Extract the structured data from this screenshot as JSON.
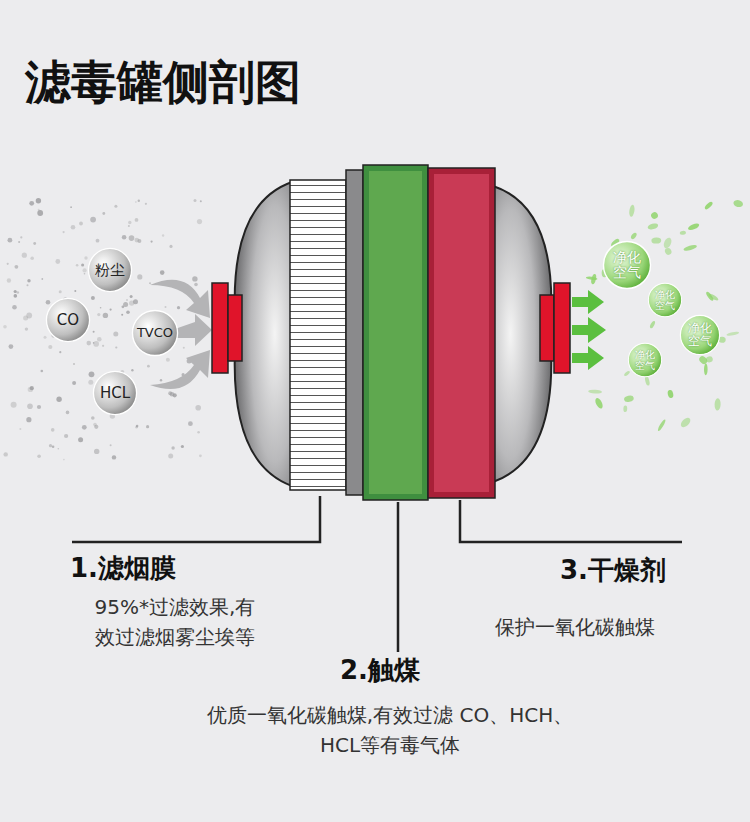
{
  "diagram": {
    "title": "滤毒罐侧剖图",
    "nodes": [
      {
        "text": [
          "粉尘"
        ]
      },
      {
        "text": [
          "CO"
        ]
      },
      {
        "text": [
          "TVCO"
        ]
      },
      {
        "text": [
          "HCL"
        ]
      },
      {
        "text": [
          "净化空气"
        ]
      },
      {
        "text": [
          "净化空气"
        ]
      },
      {
        "text": [
          "净化空气"
        ]
      },
      {
        "text": [
          "净化空气"
        ]
      }
    ],
    "labels": [
      "1.滤烟膜",
      "95%*过滤效果,有 效过滤烟雾尘埃等",
      "2.触煤",
      "优质一氧化碳触煤,有效过滤 CO、HCH、HCL等有毒气体",
      "3.干燥剂",
      "保护一氧化碳触煤"
    ]
  }
}
